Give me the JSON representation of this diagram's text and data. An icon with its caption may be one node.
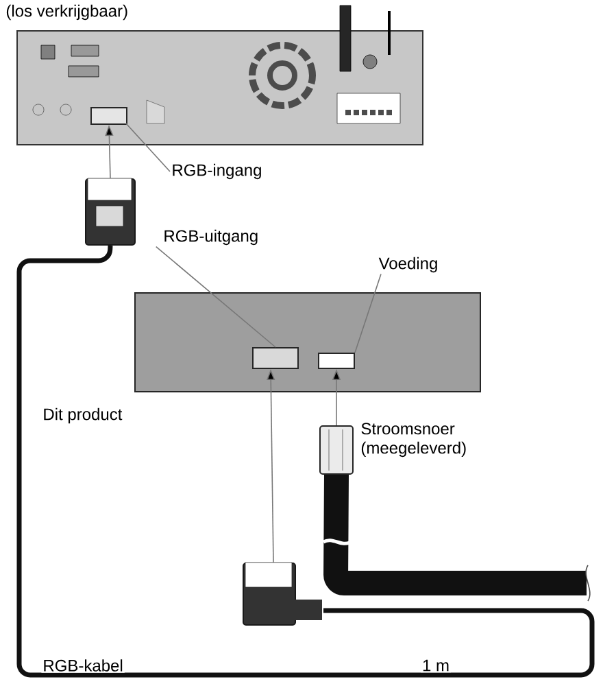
{
  "diagram": {
    "nodes": [
      {
        "text": [
          "(los verkrijgbaar)"
        ]
      },
      {
        "text": [],
        "shape": "box",
        "in": 0
      },
      {
        "text": [
          "RGB-ingang"
        ]
      },
      {
        "text": [],
        "shape": "plug"
      },
      {
        "text": [
          "Dit product"
        ]
      },
      {
        "text": [],
        "shape": "box",
        "in": 4
      },
      {
        "text": [],
        "shape": "box",
        "in": 4
      },
      {
        "text": [
          "RGB-uitgang"
        ]
      },
      {
        "text": [
          "Voeding"
        ]
      },
      {
        "text": [],
        "shape": "plug"
      },
      {
        "text": [],
        "shape": "plug",
        "beside": [
          "Stroomsnoer (meegeleverd)"
        ]
      }
    ],
    "edges": [
      {
        "from": 2,
        "to": 1,
        "arrow": "none"
      },
      {
        "from": 3,
        "to": 1,
        "arrow": "to"
      },
      {
        "from": 7,
        "to": 5,
        "arrow": "none"
      },
      {
        "from": 8,
        "to": 6,
        "arrow": "none"
      },
      {
        "from": 9,
        "to": 5,
        "arrow": "to"
      },
      {
        "from": 10,
        "to": 6,
        "arrow": "to"
      },
      {
        "from": 3,
        "to": 9,
        "arrow": "none",
        "style": "thick",
        "color": "#111111"
      },
      {
        "from": 10,
        "to": null,
        "arrow": "none",
        "style": "thick",
        "color": "#111111"
      }
    ],
    "labels": [
      "RGB-kabel",
      "1 m"
    ]
  }
}
